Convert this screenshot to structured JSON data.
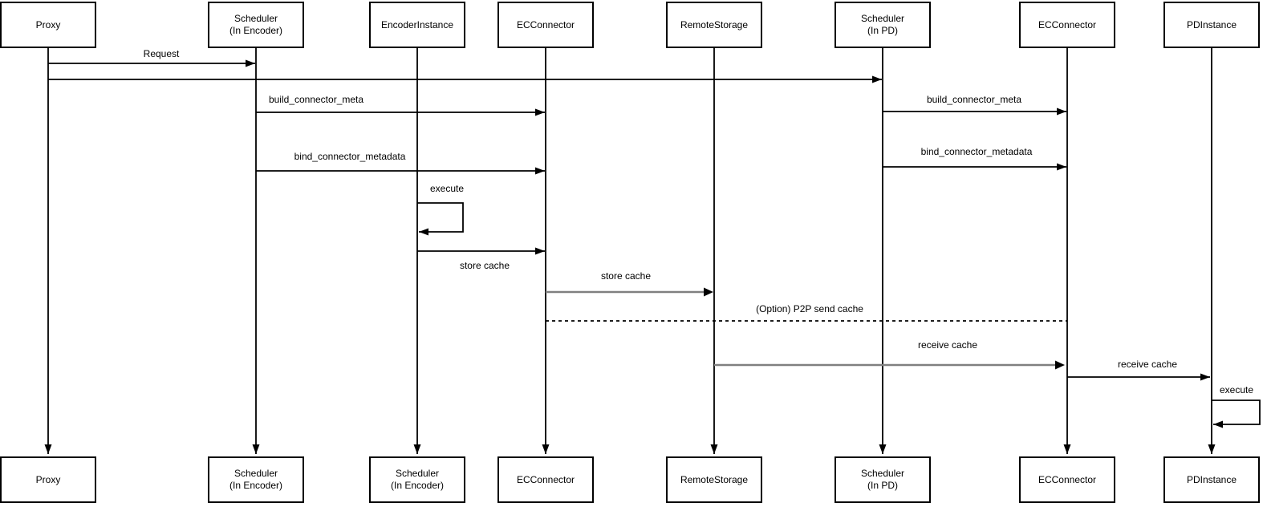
{
  "diagram": {
    "type": "sequence-diagram",
    "colors": {
      "background": "#ffffff",
      "line": "#000000",
      "muted_line": "#808080",
      "text": "#000000",
      "box_fill": "#ffffff",
      "box_border": "#000000"
    }
  },
  "participants_top": [
    {
      "label": "Proxy"
    },
    {
      "label": "Scheduler\n(In Encoder)"
    },
    {
      "label": "EncoderInstance"
    },
    {
      "label": "ECConnector"
    },
    {
      "label": "RemoteStorage"
    },
    {
      "label": "Scheduler\n(In PD)"
    },
    {
      "label": "ECConnector"
    },
    {
      "label": "PDInstance"
    }
  ],
  "participants_bottom": [
    {
      "label": "Proxy"
    },
    {
      "label": "Scheduler\n(In Encoder)"
    },
    {
      "label": "Scheduler\n(In Encoder)"
    },
    {
      "label": "ECConnector"
    },
    {
      "label": "RemoteStorage"
    },
    {
      "label": "Scheduler\n(In PD)"
    },
    {
      "label": "ECConnector"
    },
    {
      "label": "PDInstance"
    }
  ],
  "messages": [
    {
      "label": "Request",
      "from": "Proxy",
      "to": "Scheduler (In Encoder)",
      "style": "solid"
    },
    {
      "label": "",
      "from": "Proxy",
      "to": "Scheduler (In PD)",
      "style": "solid"
    },
    {
      "label": "build_connector_meta",
      "from": "Scheduler (In Encoder)",
      "to": "ECConnector",
      "style": "solid"
    },
    {
      "label": "bind_connector_metadata",
      "from": "Scheduler (In Encoder)",
      "to": "ECConnector",
      "style": "solid"
    },
    {
      "label": "build_connector_meta",
      "from": "Scheduler (In PD)",
      "to": "ECConnector",
      "style": "solid"
    },
    {
      "label": "bind_connector_metadata",
      "from": "Scheduler (In PD)",
      "to": "ECConnector",
      "style": "solid"
    },
    {
      "label": "execute",
      "from": "EncoderInstance",
      "to": "EncoderInstance",
      "style": "self-loop"
    },
    {
      "label": "store cache",
      "from": "EncoderInstance",
      "to": "ECConnector",
      "style": "solid"
    },
    {
      "label": "store cache",
      "from": "ECConnector",
      "to": "RemoteStorage",
      "style": "solid-gray"
    },
    {
      "label": "(Option) P2P send cache",
      "from": "ECConnector",
      "to": "ECConnector",
      "style": "dashed"
    },
    {
      "label": "receive cache",
      "from": "RemoteStorage",
      "to": "ECConnector",
      "style": "solid-gray"
    },
    {
      "label": "receive cache",
      "from": "ECConnector",
      "to": "PDInstance",
      "style": "solid"
    },
    {
      "label": "execute",
      "from": "PDInstance",
      "to": "PDInstance",
      "style": "self-loop"
    }
  ]
}
